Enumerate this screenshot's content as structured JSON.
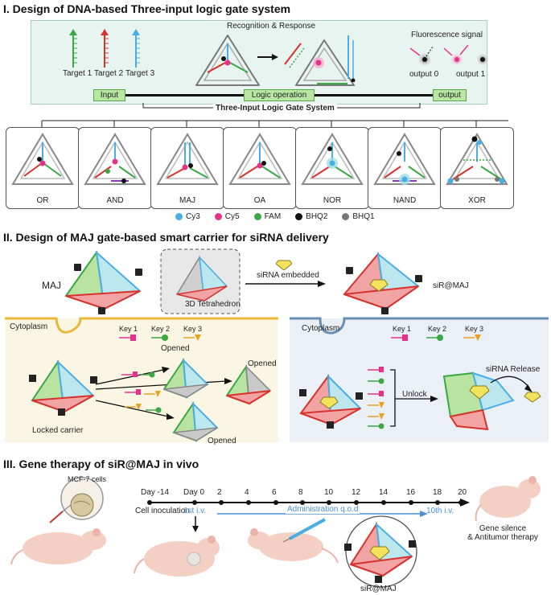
{
  "section1": {
    "title": "I. Design of DNA-based Three-input logic gate system",
    "recognition": "Recognition & Response",
    "fluorescence": "Fluorescence signal",
    "targets": [
      "Target 1",
      "Target 2",
      "Target 3"
    ],
    "output0": "output 0",
    "output1": "output 1",
    "bar_input": "Input",
    "bar_logic": "Logic operation",
    "bar_output": "output",
    "system_label": "Three-Input Logic Gate System",
    "gates": [
      "OR",
      "AND",
      "MAJ",
      "OA",
      "NOR",
      "NAND",
      "XOR"
    ],
    "legend": [
      {
        "name": "Cy3",
        "color": "#4aaee6"
      },
      {
        "name": "Cy5",
        "color": "#e6338a"
      },
      {
        "name": "FAM",
        "color": "#3aa844"
      },
      {
        "name": "BHQ2",
        "color": "#111111"
      },
      {
        "name": "BHQ1",
        "color": "#777777"
      }
    ]
  },
  "section2": {
    "title": "II. Design of MAJ gate-based  smart carrier for siRNA delivery",
    "maj": "MAJ",
    "tetra": "3D Tetrahedron",
    "embedded": "siRNA embedded",
    "sirmaj": "siR@MAJ",
    "cytoplasm_left": "Cytoplasm",
    "cytoplasm_right": "Cytoplasm",
    "keys": [
      "Key 1",
      "Key 2",
      "Key 3"
    ],
    "opened": "Opened",
    "locked": "Locked carrier",
    "unlock": "Unlock",
    "release": "siRNA Release"
  },
  "section3": {
    "title": "III. Gene therapy of siR@MAJ in vivo",
    "mcf7": "MCF-7 cells",
    "day_minus": "Day -14",
    "day0": "Day 0",
    "days": [
      "2",
      "4",
      "6",
      "8",
      "10",
      "12",
      "14",
      "16",
      "18",
      "20"
    ],
    "inoculation": "Cell inoculation",
    "first_iv": "1st  i.v.",
    "admin": "Administration q.o.d",
    "tenth_iv": "10th  i.v.",
    "outcome": "Gene silence\n& Antitumor therapy",
    "sirmaj": "siR@MAJ"
  },
  "colors": {
    "cy3": "#4aaee6",
    "cy5": "#e6338a",
    "fam": "#3aa844",
    "green_target": "#3aa844",
    "red_target": "#d9312b",
    "blue_target": "#4aaee6",
    "admin_blue": "#4a90d9"
  }
}
